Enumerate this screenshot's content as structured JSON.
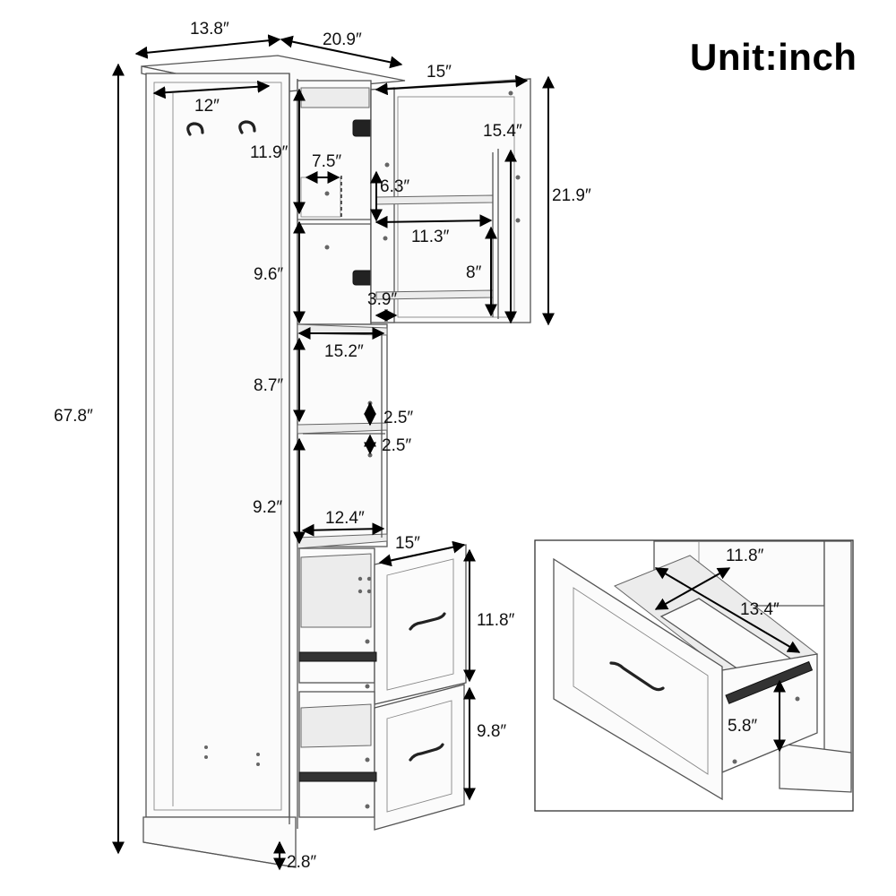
{
  "unit_label": "Unit:inch",
  "dimensions": {
    "top_depth": "13.8″",
    "top_width": "20.9″",
    "inner_hook_width": "12″",
    "door_width": "15″",
    "upper_cabinet_height": "11.9″",
    "shelf_depth": "7.5″",
    "door_height": "21.9″",
    "door_inner_height": "15.4″",
    "door_shelf_height": "6.3″",
    "door_shelf_width": "11.3″",
    "lower_cabinet_height": "9.6″",
    "door_lower_shelf_height": "8″",
    "door_shelf_depth": "3.9″",
    "open_shelf_width": "15.2″",
    "open_shelf_height": "8.7″",
    "shelf_thickness_top": "2.5″",
    "shelf_thickness_bottom": "2.5″",
    "lower_open_shelf_height": "9.2″",
    "lower_open_shelf_width": "12.4″",
    "drawer_width": "15″",
    "upper_drawer_height": "11.8″",
    "lower_drawer_height": "9.8″",
    "total_height": "67.8″",
    "base_height": "2.8″"
  },
  "inset": {
    "drawer_inner_width": "11.8″",
    "drawer_inner_depth": "13.4″",
    "drawer_inner_height": "5.8″"
  }
}
